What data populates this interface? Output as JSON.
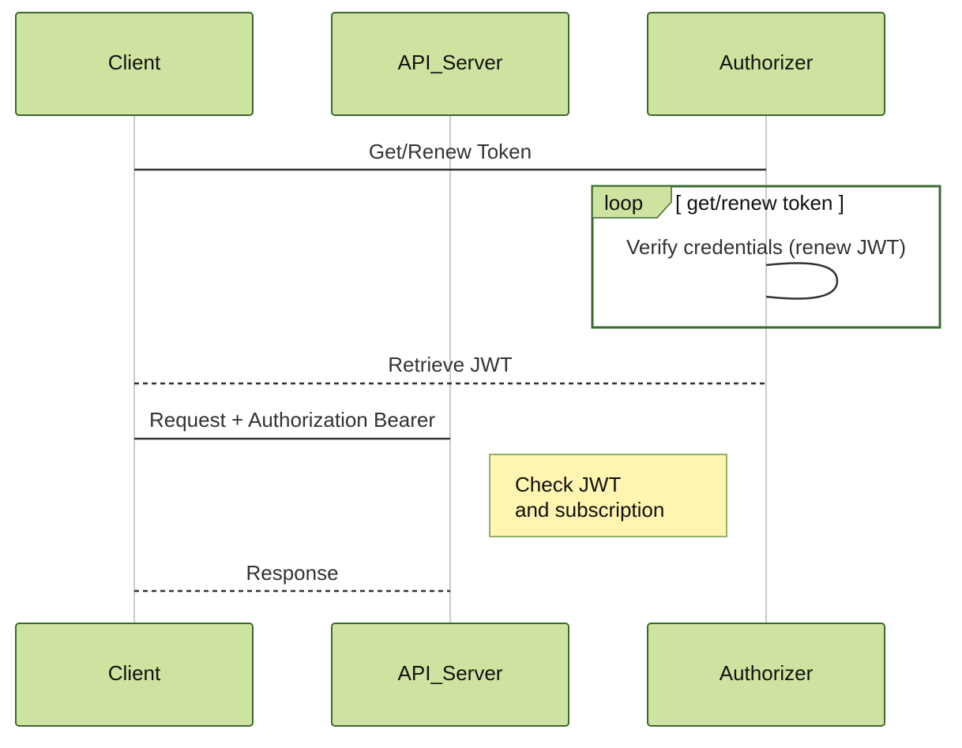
{
  "participants": {
    "client": "Client",
    "api_server": "API_Server",
    "authorizer": "Authorizer"
  },
  "messages": {
    "get_renew_token": "Get/Renew Token",
    "retrieve_jwt": "Retrieve JWT",
    "request_bearer": "Request + Authorization Bearer",
    "response": "Response"
  },
  "loop": {
    "tag": "loop",
    "condition": "[ get/renew token ]",
    "self_message": "Verify credentials (renew JWT)"
  },
  "note": {
    "line1": "Check JWT",
    "line2": "and subscription"
  },
  "colors": {
    "actor_fill": "#cfe3a0",
    "actor_border": "#3b6a2f",
    "note_fill": "#fff4b0",
    "loop_border": "#3b6a2f"
  }
}
